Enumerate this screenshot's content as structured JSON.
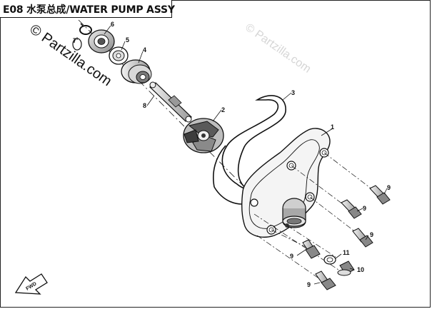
{
  "title": "E08 水泵总成/WATER PUMP ASSY",
  "watermark": "© Partzilla.com",
  "fwd_label": "FWD",
  "callouts": [
    "1",
    "2",
    "3",
    "4",
    "5",
    "6",
    "7",
    "8",
    "9",
    "9",
    "9",
    "9",
    "9",
    "10",
    "11"
  ],
  "colors": {
    "line": "#111111",
    "shade": "#9a9a9a",
    "dark": "#4a4a4a",
    "watermark_light": "#d6d6d6"
  }
}
